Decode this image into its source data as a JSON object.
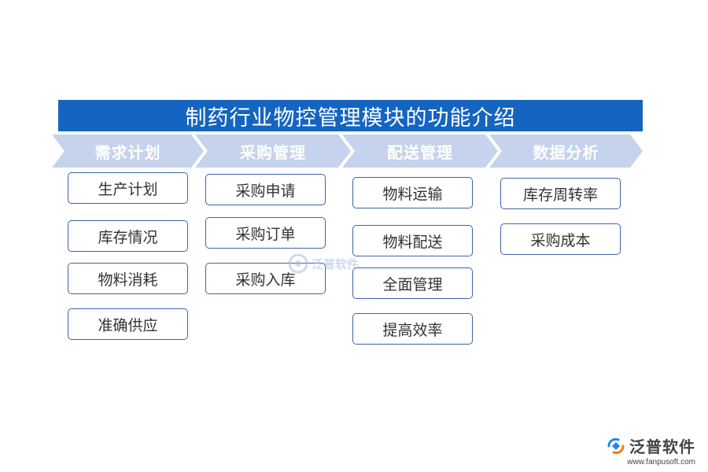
{
  "title": "制药行业物控管理模块的功能介绍",
  "columns": [
    {
      "label": "需求计划",
      "items": [
        "生产计划",
        "库存情况",
        "物料消耗",
        "准确供应"
      ]
    },
    {
      "label": "采购管理",
      "items": [
        "采购申请",
        "采购订单",
        "采购入库"
      ]
    },
    {
      "label": "配送管理",
      "items": [
        "物料运输",
        "物料配送",
        "全面管理",
        "提高效率"
      ]
    },
    {
      "label": "数据分析",
      "items": [
        "库存周转率",
        "采购成本"
      ]
    }
  ],
  "watermark": {
    "name": "泛普软件"
  },
  "logo": {
    "name": "泛普软件",
    "url": "www.fanpusoft.com"
  },
  "colors": {
    "title_bg": "#1565c0",
    "header_bg": "#c5d3ec",
    "box_border": "#3f63a8"
  }
}
